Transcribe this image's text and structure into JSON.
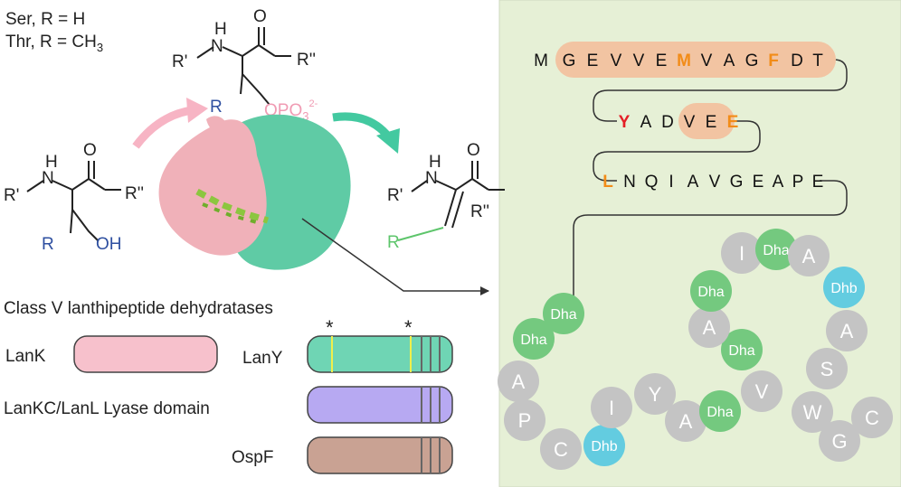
{
  "reaction": {
    "legend_ser": "Ser, R = H",
    "legend_thr_prefix": "Thr, R = CH",
    "legend_thr_sub": "3",
    "r_prime": "R'",
    "nh_n": "N",
    "nh_h": "H",
    "carbonyl_o": "O",
    "r_double_prime": "R''",
    "r_group": "R",
    "hydroxyl": "OH",
    "phosphate_prefix": "OPO",
    "phosphate_sub": "3",
    "phosphate_charge": "2-"
  },
  "title": "Class V lanthipeptide dehydratases",
  "domains": {
    "lank": "LanK",
    "lany": "LanY",
    "lankc_lanl": "LanKC/LanL Lyase domain",
    "ospf": "OspF",
    "asterisk": "*"
  },
  "sequence": {
    "row1": [
      "M",
      "G",
      "E",
      "V",
      "V",
      "E",
      "M",
      "V",
      "A",
      "G",
      "F",
      "D",
      "T"
    ],
    "row2": [
      "Y",
      "A",
      "D",
      "V",
      "E",
      "E"
    ],
    "row3": [
      "L",
      "N",
      "Q",
      "I",
      "A",
      "V",
      "G",
      "E",
      "A",
      "P",
      "E"
    ],
    "ring": [
      "Dha",
      "Dha",
      "A",
      "P",
      "C",
      "Dhb",
      "I",
      "Y",
      "A",
      "Dha",
      "V",
      "Dha",
      "A",
      "Dha",
      "I",
      "Dha",
      "A",
      "Dhb",
      "A",
      "S",
      "W",
      "G",
      "C"
    ]
  },
  "colors": {
    "panel_bg": "#e6f0d6",
    "highlight_box": "#f2c4a2",
    "orange_residue": "#f28c18",
    "red_residue": "#e41e26",
    "blue_group": "#2e4fa0",
    "pink_group": "#f09bb3",
    "green_group": "#5dc56b",
    "lank": "#f7c1cc",
    "lany": "#6fd5b4",
    "lankc": "#b7a9f2",
    "ospf": "#c9a293",
    "gray_residue": "#c4c4c4",
    "dha": "#74c97f",
    "dhb": "#63cce0"
  },
  "icons": {
    "protein": "protein-surface-icon",
    "arrow_in": "curved-arrow-pink-icon",
    "arrow_out": "curved-arrow-teal-icon"
  }
}
